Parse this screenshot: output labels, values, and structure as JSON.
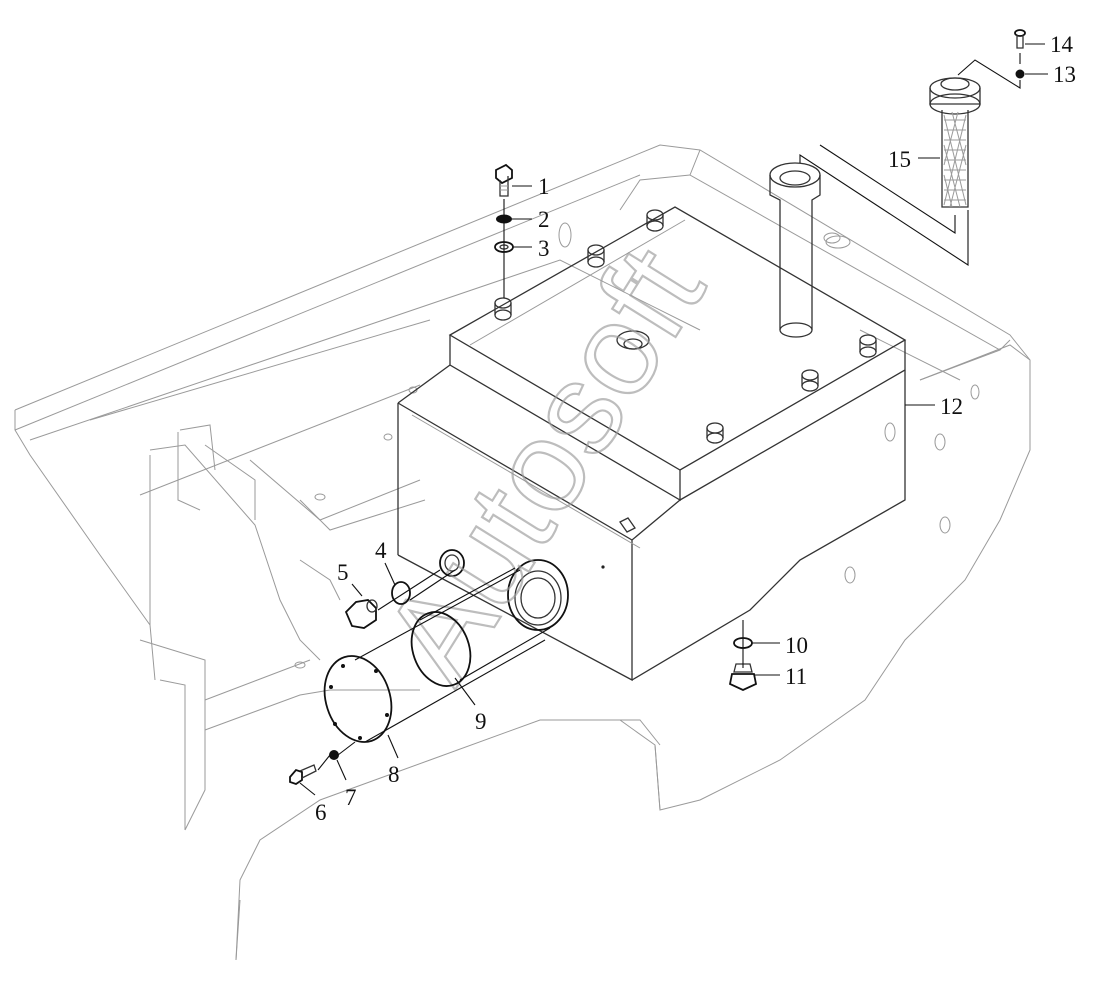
{
  "diagram": {
    "watermark": "Autosoft",
    "parts": [
      {
        "id": "part-1",
        "number": "1"
      },
      {
        "id": "part-2",
        "number": "2"
      },
      {
        "id": "part-3",
        "number": "3"
      },
      {
        "id": "part-4",
        "number": "4"
      },
      {
        "id": "part-5",
        "number": "5"
      },
      {
        "id": "part-6",
        "number": "6"
      },
      {
        "id": "part-7",
        "number": "7"
      },
      {
        "id": "part-8",
        "number": "8"
      },
      {
        "id": "part-9",
        "number": "9"
      },
      {
        "id": "part-10",
        "number": "10"
      },
      {
        "id": "part-11",
        "number": "11"
      },
      {
        "id": "part-12",
        "number": "12"
      },
      {
        "id": "part-13",
        "number": "13"
      },
      {
        "id": "part-14",
        "number": "14"
      },
      {
        "id": "part-15",
        "number": "15"
      }
    ]
  }
}
